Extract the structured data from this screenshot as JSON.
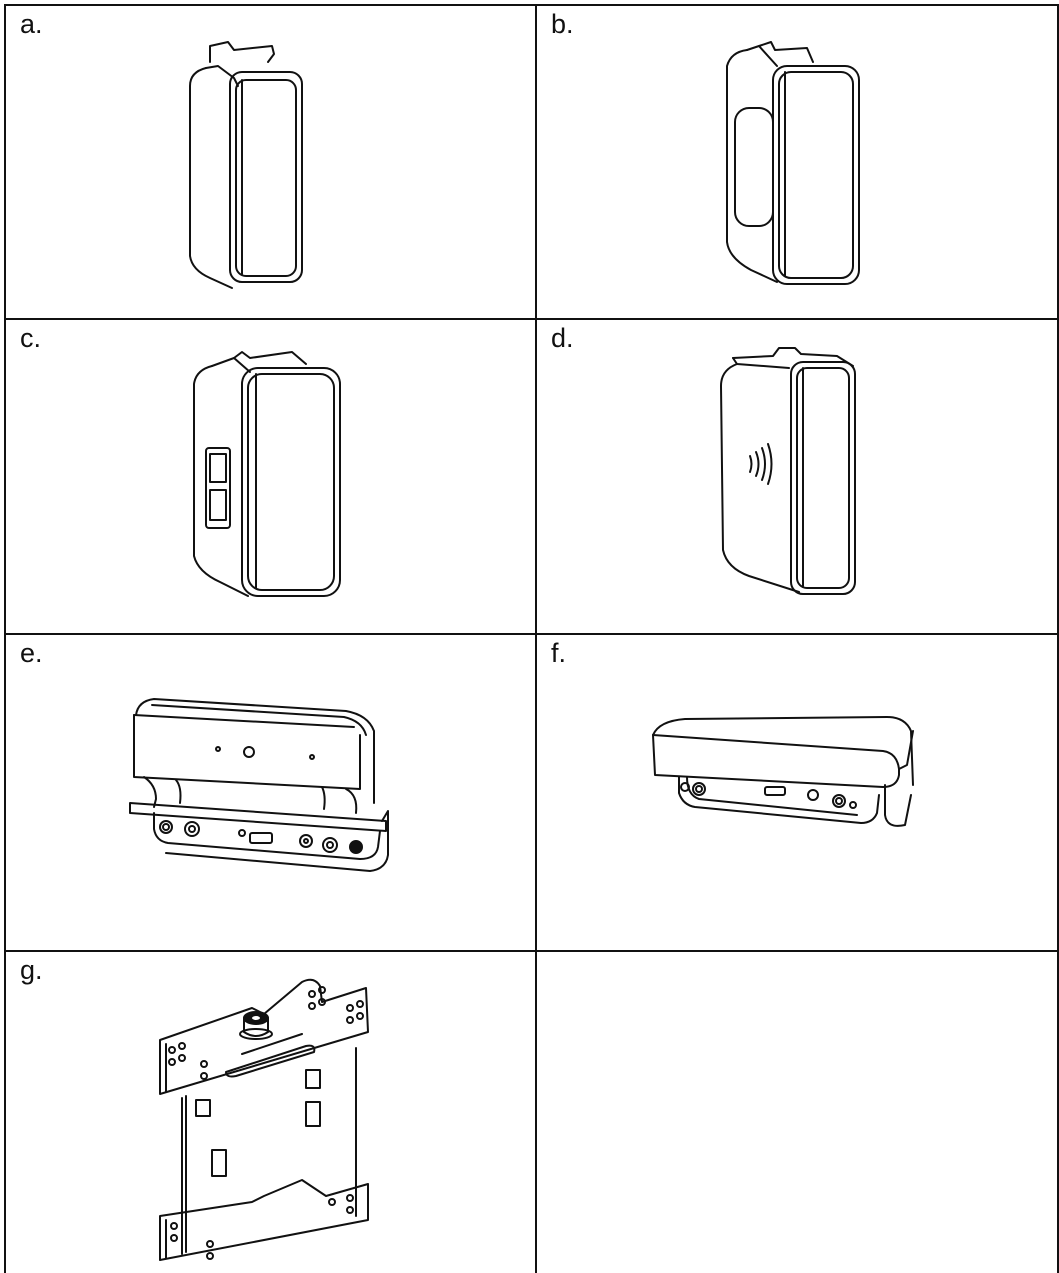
{
  "panels": [
    {
      "id": "a",
      "label": "a."
    },
    {
      "id": "b",
      "label": "b."
    },
    {
      "id": "c",
      "label": "c."
    },
    {
      "id": "d",
      "label": "d."
    },
    {
      "id": "e",
      "label": "e."
    },
    {
      "id": "f",
      "label": "f."
    },
    {
      "id": "g",
      "label": "g."
    },
    {
      "id": "empty",
      "label": ""
    }
  ],
  "colors": {
    "line": "#111111",
    "background": "#ffffff"
  }
}
